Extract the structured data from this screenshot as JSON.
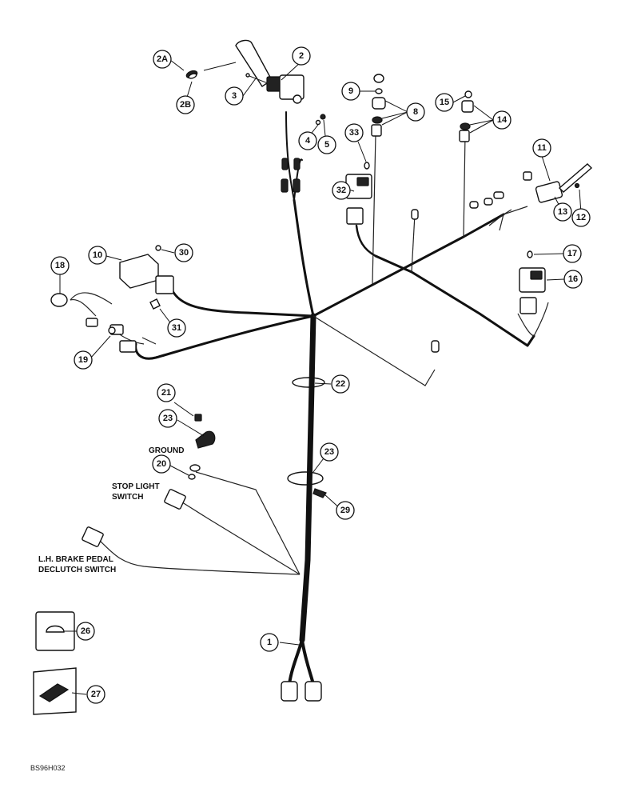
{
  "callouts": {
    "c1": "1",
    "c2": "2",
    "c2A": "2A",
    "c2B": "2B",
    "c3": "3",
    "c4": "4",
    "c5": "5",
    "c8": "8",
    "c9": "9",
    "c10": "10",
    "c11": "11",
    "c12": "12",
    "c13": "13",
    "c14": "14",
    "c15": "15",
    "c16": "16",
    "c17": "17",
    "c18": "18",
    "c19": "19",
    "c20": "20",
    "c21": "21",
    "c22": "22",
    "c23a": "23",
    "c23b": "23",
    "c26": "26",
    "c27": "27",
    "c29": "29",
    "c30": "30",
    "c31": "31",
    "c32": "32",
    "c33": "33"
  },
  "labels": {
    "ground": "GROUND",
    "stop_light_1": "STOP LIGHT",
    "stop_light_2": "SWITCH",
    "brake_1": "L.H. BRAKE PEDAL",
    "brake_2": "DECLUTCH SWITCH"
  },
  "figure_id": "BS96H032"
}
